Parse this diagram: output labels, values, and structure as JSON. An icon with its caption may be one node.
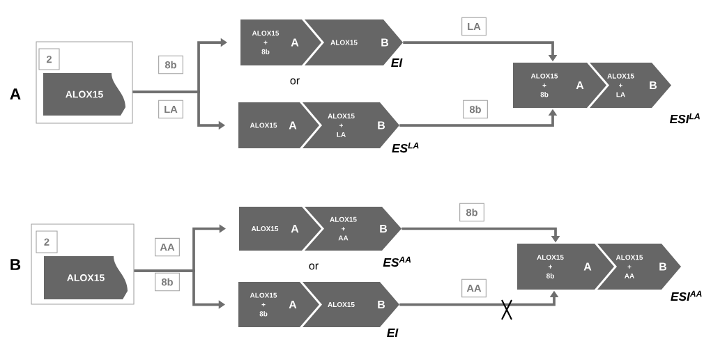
{
  "diagram": {
    "nodes": [
      {
        "text": [],
        "shape": "box"
      },
      {
        "text": [
          "2"
        ],
        "in": 0
      },
      {
        "text": [
          "ALOX15"
        ],
        "in": 0
      },
      {
        "text": [
          "ALOX15 + 8b",
          "A",
          "ALOX15",
          "B"
        ],
        "beside": [
          "EI"
        ]
      },
      {
        "text": [
          "ALOX15",
          "A",
          "ALOX15 + LA",
          "B"
        ],
        "beside": [
          "ES$^{LA}$"
        ]
      },
      {
        "text": [
          "ALOX15 + 8b",
          "A",
          "ALOX15 + LA",
          "B"
        ],
        "beside": [
          "ESI$^{LA}$"
        ]
      },
      {
        "text": [],
        "shape": "box"
      },
      {
        "text": [
          "2"
        ],
        "in": 6
      },
      {
        "text": [
          "ALOX15"
        ],
        "in": 6
      },
      {
        "text": [
          "ALOX15",
          "A",
          "ALOX15 + AA",
          "B"
        ],
        "beside": [
          "ES$^{AA}$"
        ]
      },
      {
        "text": [
          "ALOX15 + 8b",
          "A",
          "ALOX15",
          "B"
        ],
        "beside": [
          "EI"
        ]
      },
      {
        "text": [
          "ALOX15 + 8b",
          "A",
          "ALOX15 + AA",
          "B"
        ],
        "beside": [
          "ESI$^{AA}$"
        ]
      }
    ],
    "edges": [
      {
        "from": 0,
        "to": 3,
        "arrow": "to",
        "label": "8b"
      },
      {
        "from": 0,
        "to": 4,
        "arrow": "to",
        "label": "LA"
      },
      {
        "from": 3,
        "to": 5,
        "arrow": "to",
        "label": "LA"
      },
      {
        "from": 4,
        "to": 5,
        "arrow": "to",
        "label": "8b"
      },
      {
        "from": 6,
        "to": 9,
        "arrow": "to",
        "label": "AA"
      },
      {
        "from": 6,
        "to": 10,
        "arrow": "to",
        "label": "8b"
      },
      {
        "from": 9,
        "to": 11,
        "arrow": "to",
        "label": "8b"
      },
      {
        "from": 10,
        "to": 11,
        "arrow": "to",
        "label": "AA"
      }
    ],
    "labels": [
      "A",
      "or",
      "B",
      "or"
    ]
  }
}
